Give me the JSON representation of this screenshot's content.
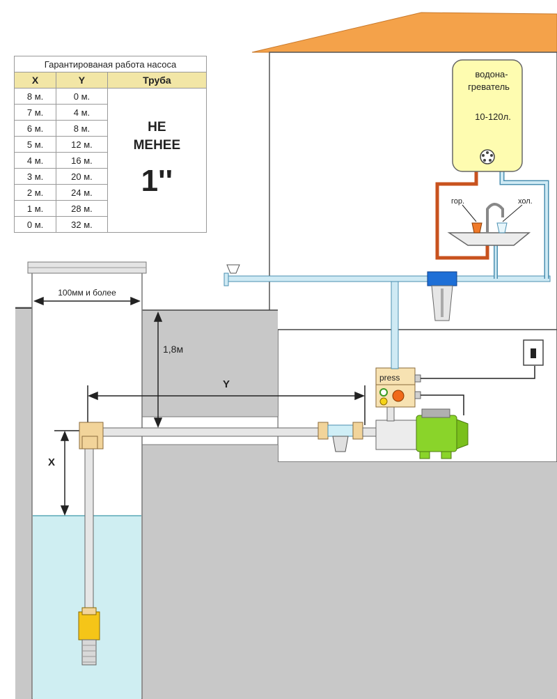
{
  "table": {
    "caption": "Гарантированая работа насоса",
    "headers": [
      "X",
      "Y",
      "Труба"
    ],
    "rows": [
      [
        "8 м.",
        "0 м."
      ],
      [
        "7 м.",
        "4 м."
      ],
      [
        "6 м.",
        "8 м."
      ],
      [
        "5 м.",
        "12 м."
      ],
      [
        "4 м.",
        "16 м."
      ],
      [
        "3 м.",
        "20 м."
      ],
      [
        "2 м.",
        "24 м."
      ],
      [
        "1 м.",
        "28 м."
      ],
      [
        "0 м.",
        "32 м."
      ]
    ],
    "pipe_line1": "НЕ",
    "pipe_line2": "МЕНЕЕ",
    "pipe_line3": "1''"
  },
  "labels": {
    "well_width": "100мм и более",
    "depth": "1,8м",
    "y": "Y",
    "x": "X",
    "press": "press",
    "heater_line1": "водона-",
    "heater_line2": "греватель",
    "heater_line3": "10-120л.",
    "hot": "гор.",
    "cold": "хол."
  },
  "colors": {
    "roof": "#f4a24a",
    "ground": "#c8c8c8",
    "water": "#cfeef2",
    "heater": "#fefcb0",
    "pump": "#8ad42a",
    "hot_pipe": "#c8521e",
    "cold_pipe": "#8ed0e6",
    "fitting": "#f2d49a",
    "filter": "#1e6fd6"
  }
}
